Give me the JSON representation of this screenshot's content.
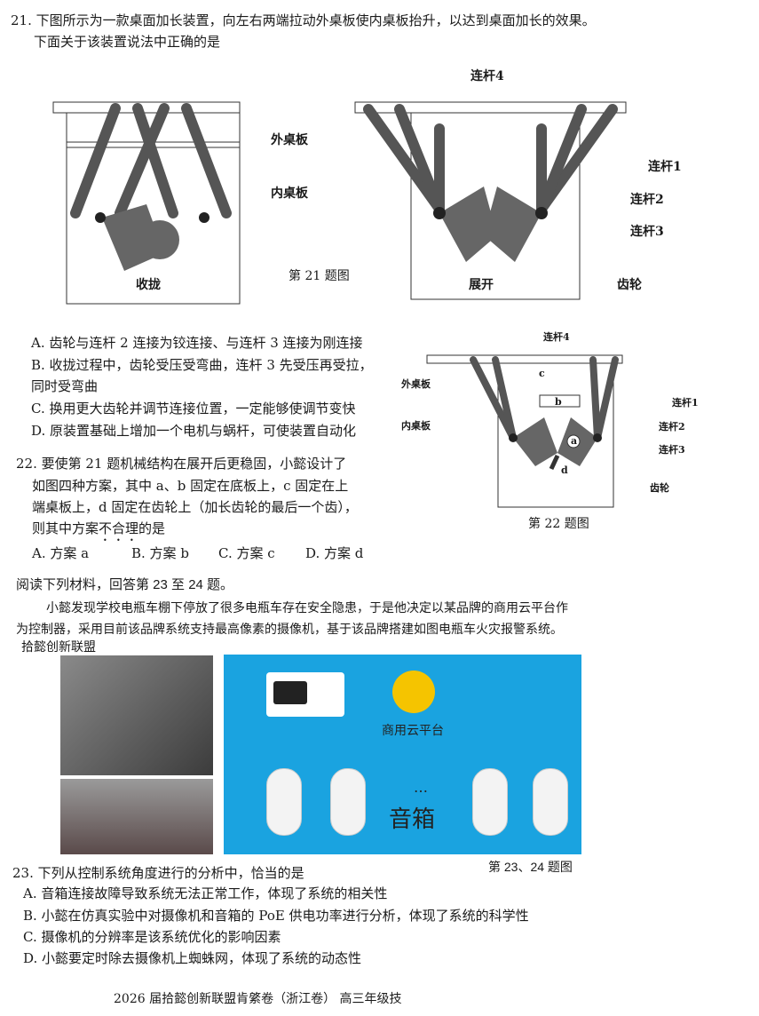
{
  "q21": {
    "stem_line1": "21. 下图所示为一款桌面加长装置，向左右两端拉动外桌板使内桌板抬升，以达到桌面加长的效果。",
    "stem_line2": "下面关于该装置说法中正确的是",
    "figure": {
      "outer_board": "外桌板",
      "inner_board": "内桌板",
      "link1": "连杆1",
      "link2": "连杆2",
      "link3": "连杆3",
      "link4": "连杆4",
      "gear": "齿轮",
      "folded": "收拢",
      "unfolded": "展开",
      "caption": "第 21 题图"
    },
    "options": [
      "A. 齿轮与连杆 2 连接为铰连接、与连杆 3 连接为刚连接",
      "B. 收拢过程中，齿轮受压受弯曲，连杆 3 先受压再受拉，",
      "同时受弯曲",
      "C. 换用更大齿轮并调节连接位置，一定能够使调节变快",
      "D. 原装置基础上增加一个电机与蜗杆，可使装置自动化"
    ]
  },
  "q22": {
    "stem": [
      "22. 要使第 21 题机械结构在展开后更稳固，小懿设计了",
      "如图四种方案，其中 a、b 固定在底板上，c 固定在上",
      "端桌板上，d 固定在齿轮上（加长齿轮的最后一个齿），"
    ],
    "stem_last_pre": "则其中方案",
    "stem_last_emph": "不合理",
    "stem_last_post": "的是",
    "options": [
      "A. 方案 a",
      "B. 方案 b",
      "C. 方案 c",
      "D. 方案 d"
    ],
    "figure": {
      "outer_board": "外桌板",
      "inner_board": "内桌板",
      "link1": "连杆1",
      "link2": "连杆2",
      "link3": "连杆3",
      "link4": "连杆4",
      "gear": "齿轮",
      "a": "a",
      "b": "b",
      "c": "c",
      "d": "d",
      "caption": "第 22 题图"
    }
  },
  "material": {
    "intro": "阅读下列材料，回答第 23 至 24 题。",
    "para_line1": "小懿发现学校电瓶车棚下停放了很多电瓶车存在安全隐患，于是他决定以某品牌的商用云平台作",
    "para_line2": "为控制器，采用目前该品牌系统支持最高像素的摄像机，基于该品牌搭建如图电瓶车火灾报警系统。",
    "watermark": "拾懿创新联盟",
    "figure": {
      "cloud": "商用云平台",
      "speaker": "音箱",
      "ellipsis": "…",
      "caption": "第 23、24 题图",
      "panel_color": "#1aa3e0"
    }
  },
  "q23": {
    "stem": "23. 下列从控制系统角度进行的分析中，恰当的是",
    "options": [
      "A. 音箱连接故障导致系统无法正常工作，体现了系统的相关性",
      "B. 小懿在仿真实验中对摄像机和音箱的 PoE 供电功率进行分析，体现了系统的科学性",
      "C. 摄像机的分辨率是该系统优化的影响因素",
      "D. 小懿要定时除去摄像机上蜘蛛网，体现了系统的动态性"
    ]
  },
  "footer": "2026 届拾懿创新联盟肯綮卷（浙江卷）  高三年级技"
}
